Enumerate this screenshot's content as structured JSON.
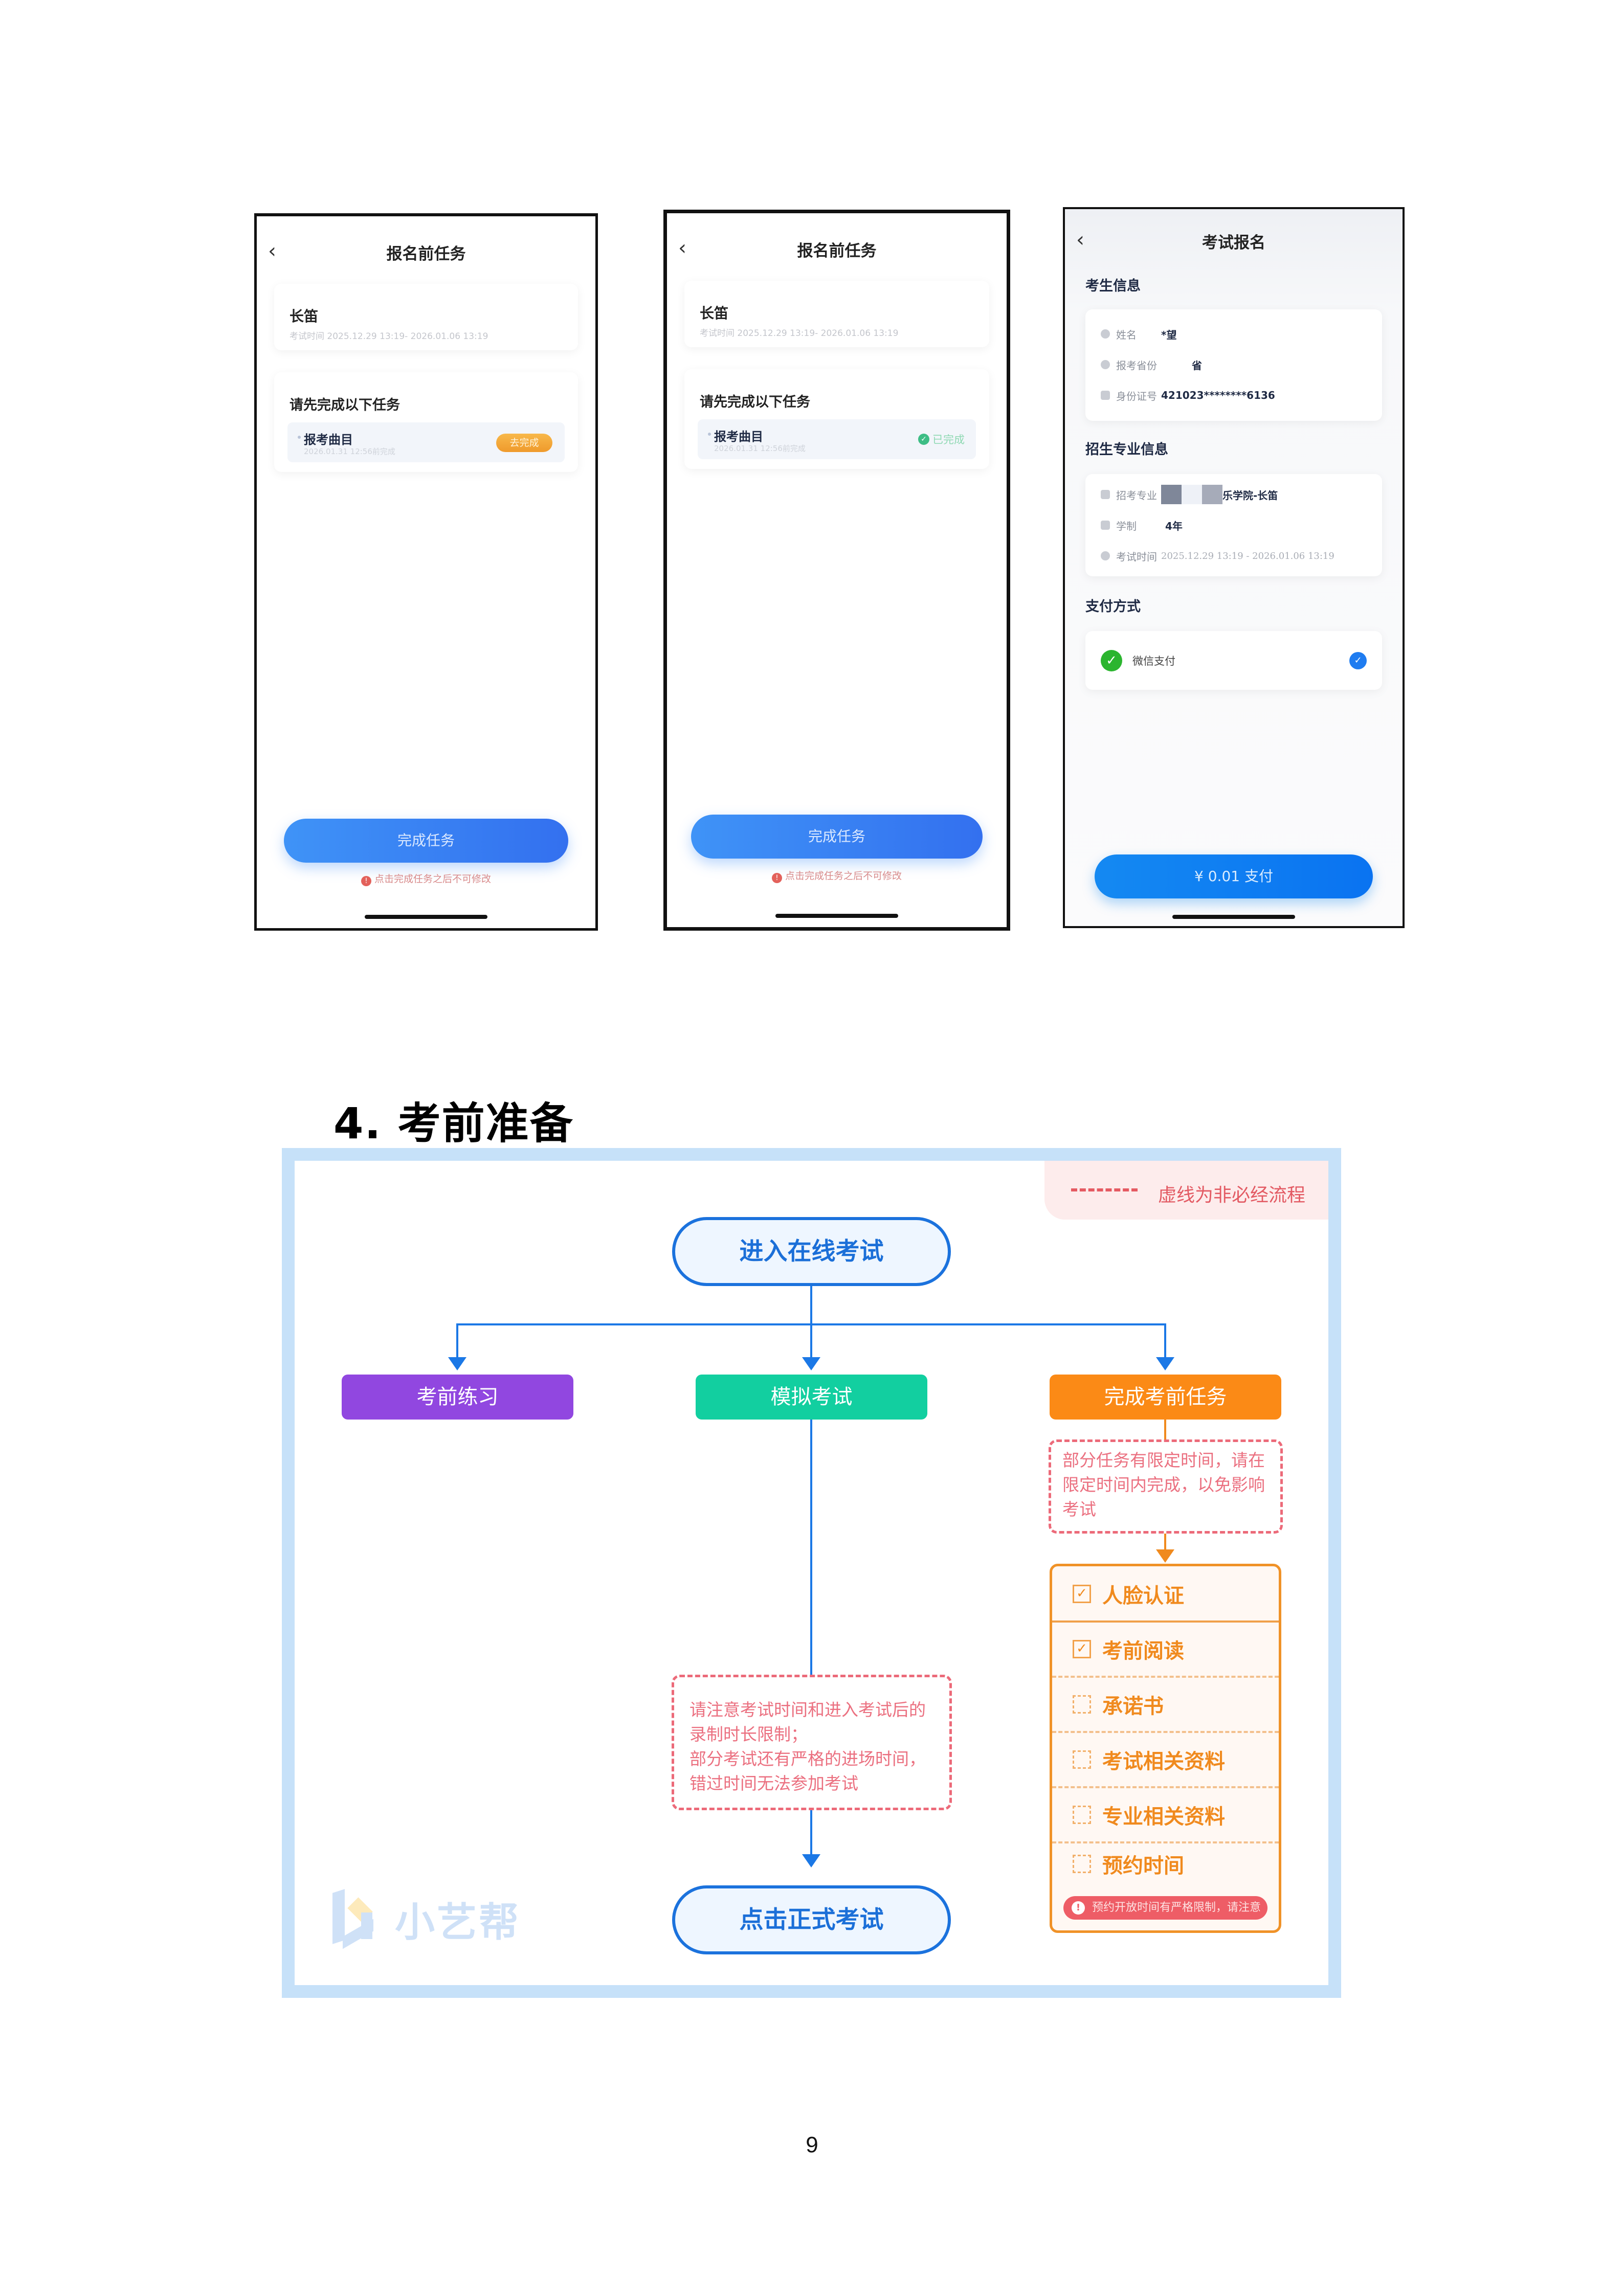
{
  "phones": {
    "pre_tasks_todo": {
      "title": "报名前任务",
      "exam_name": "长笛",
      "exam_time": "考试时间 2025.12.29 13:19- 2026.01.06 13:19",
      "tasks_heading": "请先完成以下任务",
      "task": {
        "name": "报考曲目",
        "due": "2026.01.31 12:56前完成",
        "status": "去完成"
      },
      "button": "完成任务",
      "hint": "点击完成任务之后不可修改"
    },
    "pre_tasks_done": {
      "title": "报名前任务",
      "exam_name": "长笛",
      "exam_time": "考试时间 2025.12.29 13:19- 2026.01.06 13:19",
      "tasks_heading": "请先完成以下任务",
      "task": {
        "name": "报考曲目",
        "due": "2026.01.31 12:56前完成",
        "status": "已完成"
      },
      "button": "完成任务",
      "hint": "点击完成任务之后不可修改"
    },
    "exam_registration": {
      "title": "考试报名",
      "candidate_section": "考生信息",
      "candidate": {
        "name_label": "姓名",
        "name_value": "*望",
        "province_label": "报考省份",
        "province_value": "省",
        "id_label": "身份证号",
        "id_value": "421023********6136"
      },
      "major_section": "招生专业信息",
      "major": {
        "major_label": "招考专业",
        "major_value": "乐学院-长笛",
        "duration_label": "学制",
        "duration_value": "4年",
        "time_label": "考试时间",
        "time_value": "2025.12.29 13:19 - 2026.01.06 13:19"
      },
      "payment_section": "支付方式",
      "payment_method": "微信支付",
      "pay_button": "¥ 0.01 支付"
    }
  },
  "section": {
    "heading": "4. 考前准备"
  },
  "flowchart": {
    "legend": "虚线为非必经流程",
    "start": "进入在线考试",
    "branches": {
      "practice": "考前练习",
      "mock": "模拟考试",
      "tasks": "完成考前任务"
    },
    "task_note": "部分任务有限定时间，请在限定时间内完成，以免影响考试",
    "mock_note_line1": "请注意考试时间和进入考试后的录制时长限制；",
    "mock_note_line2": "部分考试还有严格的进场时间，错过时间无法参加考试",
    "checklist": [
      {
        "label": "人脸认证",
        "required": true
      },
      {
        "label": "考前阅读",
        "required": true
      },
      {
        "label": "承诺书",
        "required": false
      },
      {
        "label": "考试相关资料",
        "required": false
      },
      {
        "label": "专业相关资料",
        "required": false
      },
      {
        "label": "预约时间",
        "required": false
      }
    ],
    "checklist_warning": "预约开放时间有严格限制，请注意",
    "end": "点击正式考试",
    "brand": "小艺帮",
    "colors": {
      "practice": "#9147e0",
      "mock": "#12cfa0",
      "tasks": "#fb8a16",
      "flow": "#1b78e6",
      "dashed": "#ec6a79"
    }
  },
  "page_number": "9"
}
